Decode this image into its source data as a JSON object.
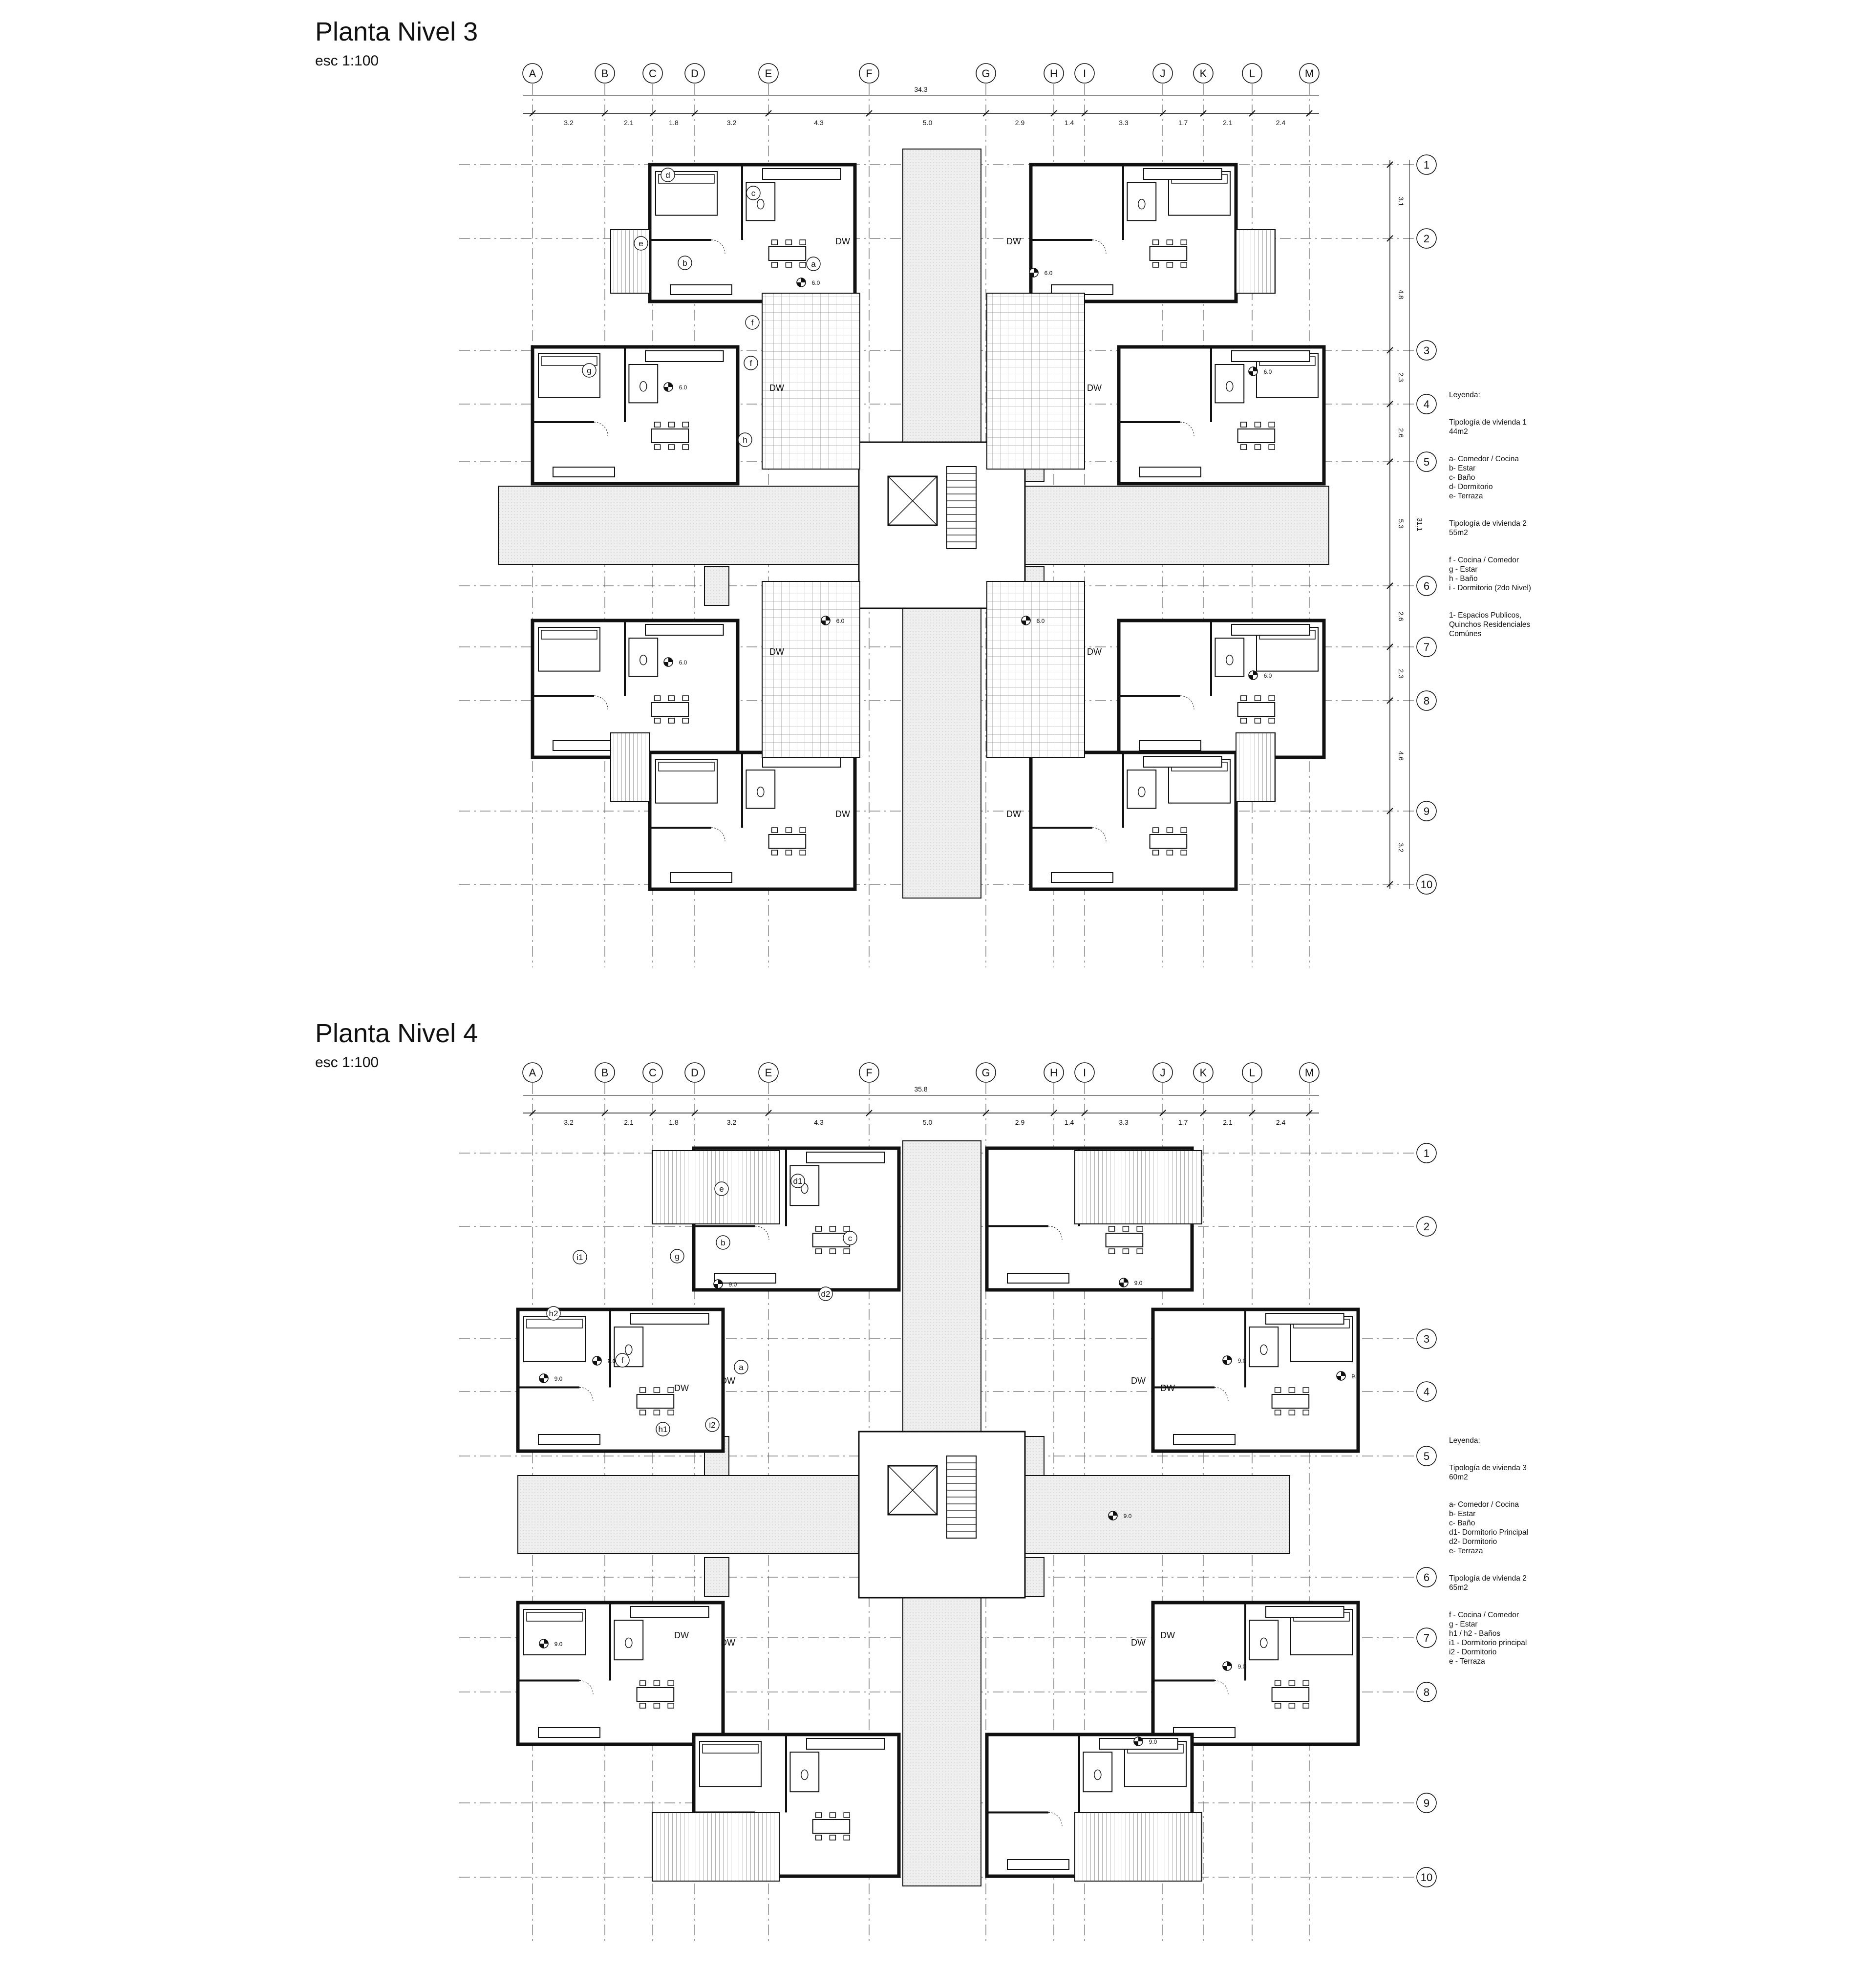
{
  "sheets": [
    {
      "title": "Planta Nivel 3",
      "scale": "esc 1:100",
      "total_width": "34.3",
      "total_height": "31.1",
      "column_labels": [
        "A",
        "B",
        "C",
        "D",
        "E",
        "F",
        "G",
        "H",
        "I",
        "J",
        "K",
        "L",
        "M"
      ],
      "column_spacings": [
        "3.2",
        "2.1",
        "1.8",
        "3.2",
        "4.3",
        "5.0",
        "2.9",
        "1.4",
        "3.3",
        "1.7",
        "2.1",
        "2.4"
      ],
      "row_labels": [
        "1",
        "2",
        "3",
        "4",
        "5",
        "6",
        "7",
        "8",
        "9",
        "10"
      ],
      "row_spacings": [
        "3.1",
        "4.8",
        "2.3",
        "2.6",
        "5.3",
        "2.6",
        "2.3",
        "4.6",
        "3.2"
      ],
      "room_tags": [
        "a",
        "b",
        "c",
        "d",
        "e",
        "f",
        "g",
        "h",
        "f"
      ],
      "level_marks": [
        "6.0",
        "6.0",
        "6.0",
        "6.0",
        "6.0",
        "6.0",
        "6.0",
        "6.0"
      ],
      "appliance_tags": [
        "DW",
        "DW",
        "DW",
        "DW",
        "DW",
        "DW",
        "DW",
        "DW"
      ],
      "legend": [
        "Leyenda:",
        "Tipología de vivienda 1\n 44m2",
        "a- Comedor / Cocina\nb- Estar\nc- Baño\nd- Dormitorio\ne- Terraza",
        "Tipología de vivienda 2\n55m2",
        "f - Cocina / Comedor\ng - Estar\nh - Baño\ni - Dormitorio (2do Nivel)",
        "1- Espacios Publicos,\nQuinchos Residenciales\nComúnes"
      ]
    },
    {
      "title": "Planta Nivel 4",
      "scale": "esc 1:100",
      "total_width": "35.8",
      "column_labels": [
        "A",
        "B",
        "C",
        "D",
        "E",
        "F",
        "G",
        "H",
        "I",
        "J",
        "K",
        "L",
        "M"
      ],
      "column_spacings": [
        "3.2",
        "2.1",
        "1.8",
        "3.2",
        "4.3",
        "5.0",
        "2.9",
        "1.4",
        "3.3",
        "1.7",
        "2.1",
        "2.4"
      ],
      "row_labels": [
        "1",
        "2",
        "3",
        "4",
        "5",
        "6",
        "7",
        "8",
        "9",
        "10"
      ],
      "room_tags": [
        "d1",
        "e",
        "b",
        "g",
        "i1",
        "c",
        "d2",
        "h2",
        "f",
        "a",
        "h1",
        "i2"
      ],
      "level_marks": [
        "9.0",
        "9.0",
        "9.0",
        "9.0",
        "9.0",
        "9.0",
        "9.0",
        "9.0",
        "9.0",
        "9.0"
      ],
      "appliance_tags": [
        "DW",
        "DW",
        "DW",
        "DW",
        "DW",
        "DW",
        "DW",
        "DW"
      ],
      "legend": [
        "Leyenda:",
        "Tipología de vivienda 3\n 60m2",
        "a- Comedor / Cocina\nb- Estar\nc- Baño\nd1- Dormitorio Principal\nd2- Dormitorio\ne- Terraza",
        "Tipología de vivienda 2\n65m2",
        "f - Cocina / Comedor\ng - Estar\nh1 / h2 - Baños\ni1 - Dormitorio principal\ni2 - Dormitorio\ne - Terraza"
      ]
    }
  ],
  "colors": {
    "ink": "#111111",
    "grid": "#666666",
    "hatch": "#9a9a9a",
    "corridor": "#efefef"
  }
}
